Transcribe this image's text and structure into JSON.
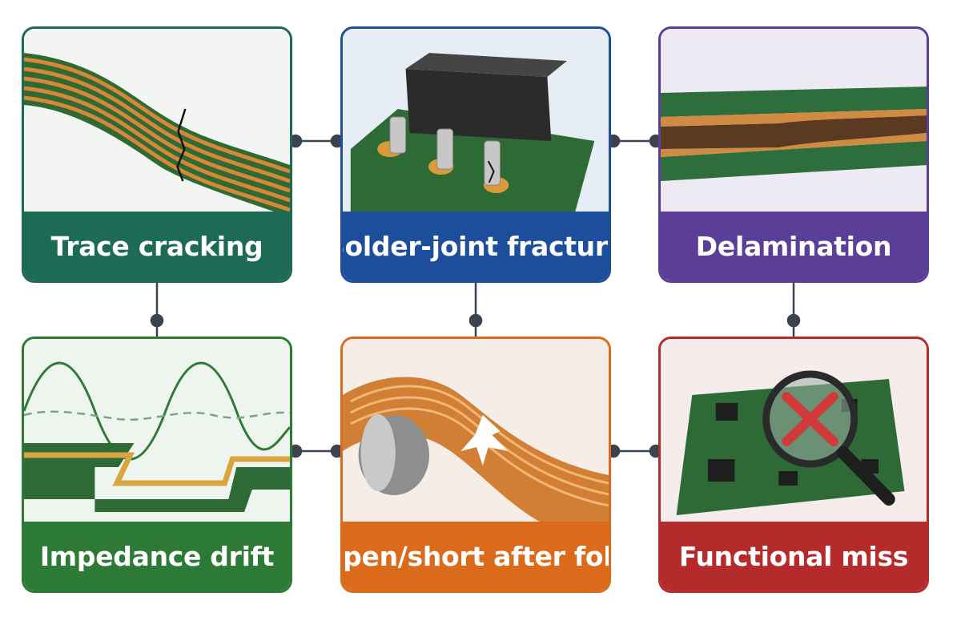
{
  "cards": [
    {
      "id": "trace-cracking",
      "label": "Trace cracking",
      "color": "#1d6b55"
    },
    {
      "id": "solder-joint-fracture",
      "label": "Solder-joint fracture",
      "color": "#1c4e9c"
    },
    {
      "id": "delamination",
      "label": "Delamination",
      "color": "#5a3e97"
    },
    {
      "id": "impedance-drift",
      "label": "Impedance drift",
      "color": "#2d7a36"
    },
    {
      "id": "open-short-after-fold",
      "label": "Open/short after fold",
      "color": "#db6b1b"
    },
    {
      "id": "functional-miss",
      "label": "Functional miss",
      "color": "#b52b2b"
    }
  ],
  "connector_color": "#3a4350"
}
